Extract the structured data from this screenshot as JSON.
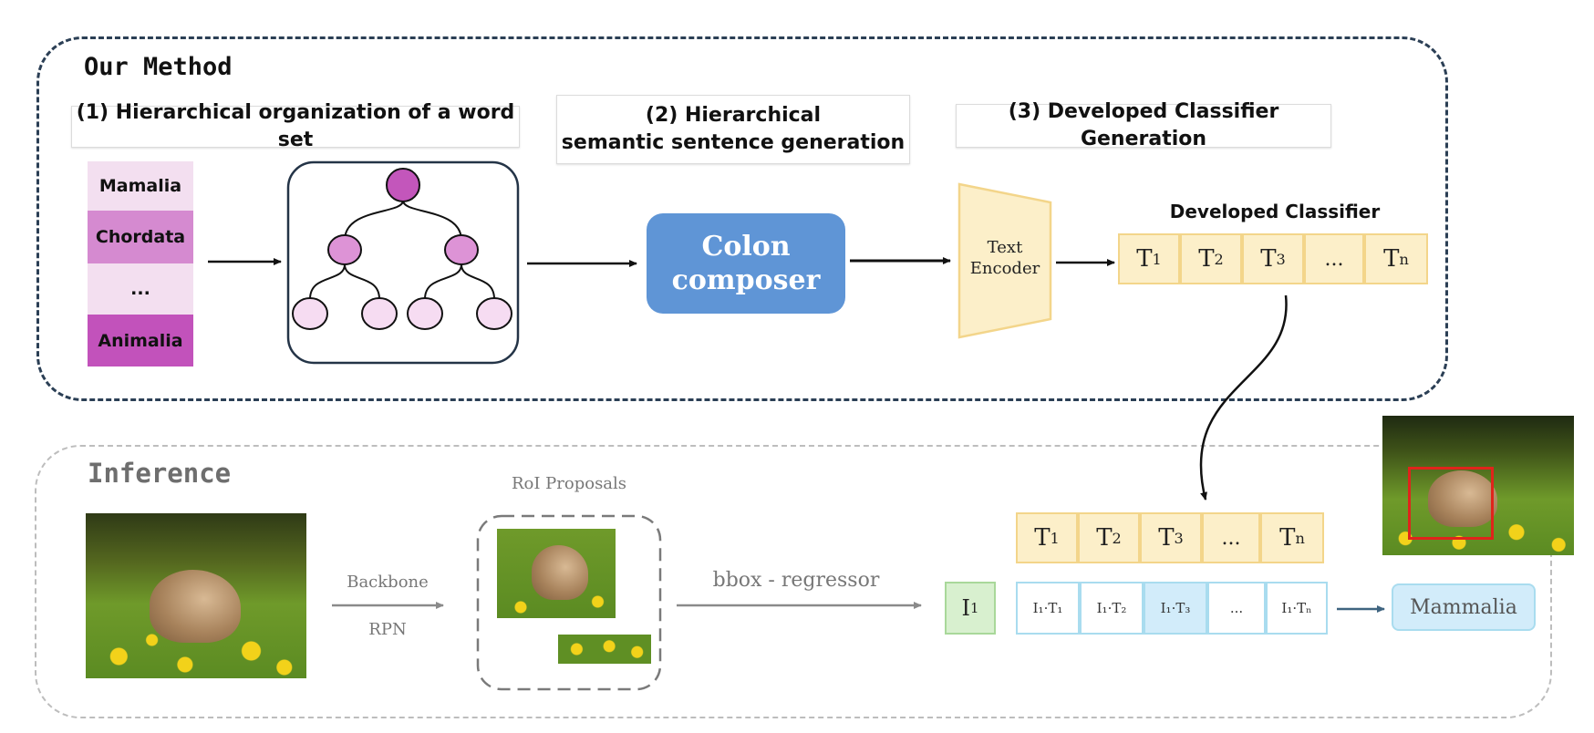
{
  "method": {
    "title": "Our Method",
    "step1": "(1) Hierarchical organization of a word set",
    "step2_line1": "(2) Hierarchical",
    "step2_line2": "semantic sentence generation",
    "step3": "(3) Developed Classifier Generation",
    "words": [
      "Mamalia",
      "Chordata",
      "...",
      "Animalia"
    ],
    "composer_line1": "Colon",
    "composer_line2": "composer",
    "encoder_line1": "Text",
    "encoder_line2": "Encoder",
    "classifier_label": "Developed Classifier",
    "tokens": [
      {
        "base": "T",
        "sub": "1"
      },
      {
        "base": "T",
        "sub": "2"
      },
      {
        "base": "T",
        "sub": "3"
      },
      {
        "base": "...",
        "sub": ""
      },
      {
        "base": "T",
        "sub": "n"
      }
    ]
  },
  "inference": {
    "title": "Inference",
    "backbone": "Backbone",
    "rpn": "RPN",
    "roi": "RoI Proposals",
    "bbox": "bbox - regressor",
    "image_feature": {
      "base": "I",
      "sub": "1"
    },
    "scores": [
      "I₁·T₁",
      "I₁·T₂",
      "I₁·T₃",
      "...",
      "I₁·Tₙ"
    ],
    "highlight_index": 2,
    "result": "Mammalia"
  },
  "colors": {
    "word_light": "#f3dff0",
    "word_mid": "#d58ad0",
    "word_dark": "#c252bb",
    "node_root": "#c356bb",
    "node_mid": "#dd93d6",
    "node_leaf": "#f6dcf2",
    "composer": "#5f95d6",
    "encoder": "#fcefc9",
    "token": "#fcefc9",
    "score_highlight": "#d2ecfa",
    "result": "#d2ecfa",
    "image_feature": "#d8f0cf",
    "detect_box": "#e0241b"
  }
}
